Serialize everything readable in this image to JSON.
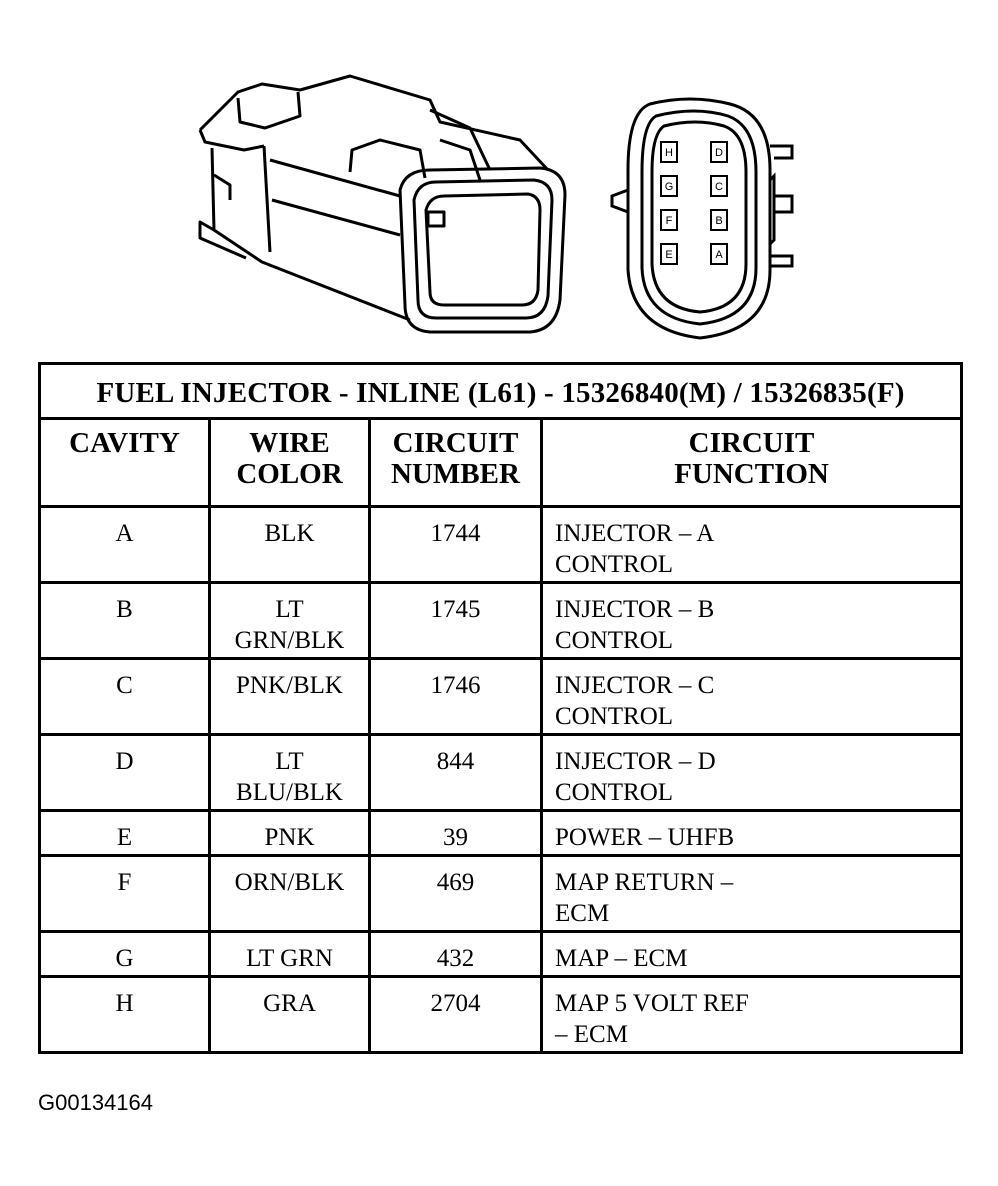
{
  "connector": {
    "pin_labels_left": [
      "H",
      "G",
      "F",
      "E"
    ],
    "pin_labels_right": [
      "D",
      "C",
      "B",
      "A"
    ]
  },
  "table": {
    "title": "FUEL INJECTOR - INLINE (L61) - 15326840(M) / 15326835(F)",
    "headers": {
      "cavity": [
        "CAVITY"
      ],
      "wire_color": [
        "WIRE",
        "COLOR"
      ],
      "circuit_number": [
        "CIRCUIT",
        "NUMBER"
      ],
      "circuit_function": [
        "CIRCUIT",
        "FUNCTION"
      ]
    },
    "rows": [
      {
        "cavity": "A",
        "wire_color": [
          "BLK"
        ],
        "circuit_number": "1744",
        "function": [
          "INJECTOR – A",
          "CONTROL"
        ]
      },
      {
        "cavity": "B",
        "wire_color": [
          "LT",
          "GRN/BLK"
        ],
        "circuit_number": "1745",
        "function": [
          "INJECTOR – B",
          "CONTROL"
        ]
      },
      {
        "cavity": "C",
        "wire_color": [
          "PNK/BLK"
        ],
        "circuit_number": "1746",
        "function": [
          "INJECTOR – C",
          "CONTROL"
        ]
      },
      {
        "cavity": "D",
        "wire_color": [
          "LT",
          "BLU/BLK"
        ],
        "circuit_number": "844",
        "function": [
          "INJECTOR – D",
          "CONTROL"
        ]
      },
      {
        "cavity": "E",
        "wire_color": [
          "PNK"
        ],
        "circuit_number": "39",
        "function": [
          "POWER – UHFB"
        ]
      },
      {
        "cavity": "F",
        "wire_color": [
          "ORN/BLK"
        ],
        "circuit_number": "469",
        "function": [
          "MAP RETURN –",
          "ECM"
        ]
      },
      {
        "cavity": "G",
        "wire_color": [
          "LT GRN"
        ],
        "circuit_number": "432",
        "function": [
          "MAP – ECM"
        ]
      },
      {
        "cavity": "H",
        "wire_color": [
          "GRA"
        ],
        "circuit_number": "2704",
        "function": [
          "MAP 5 VOLT REF",
          "– ECM"
        ]
      }
    ]
  },
  "footer": {
    "code": "G00134164"
  }
}
